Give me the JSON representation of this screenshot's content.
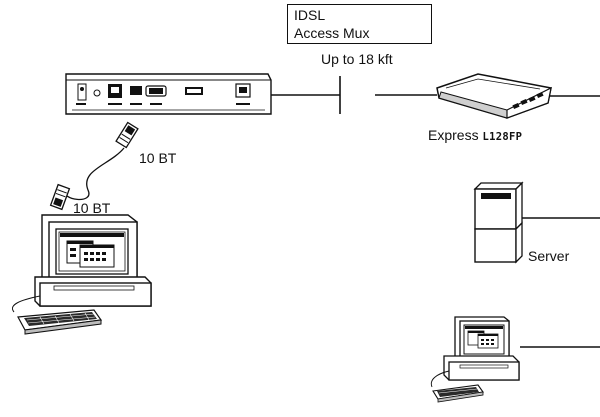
{
  "labels": {
    "idsl_line1": "IDSL",
    "idsl_line2": "Access Mux",
    "distance": "Up to 18 kft",
    "express_word": "Express",
    "express_model": "L128FP",
    "cable_label": "10 BT",
    "pc_label": "10 BT",
    "server": "Server"
  },
  "colors": {
    "line": "#111111",
    "device_fill": "#ffffff",
    "device_shade": "#bdbdbd",
    "screen_dark": "#2a2a2a"
  }
}
